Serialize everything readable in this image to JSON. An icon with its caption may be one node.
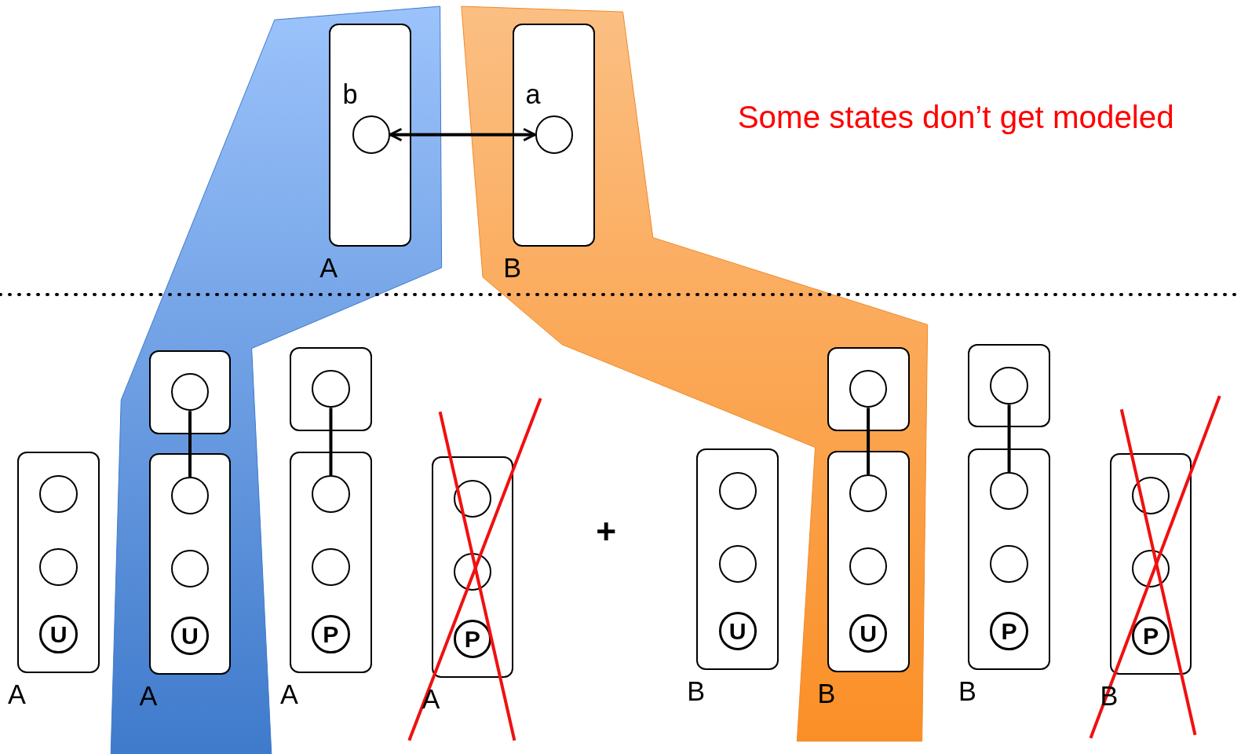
{
  "diagram": {
    "nodes": [
      {
        "text": [],
        "shape": "box",
        "beside": [
          "A"
        ]
      },
      {
        "text": [],
        "shape": "circle",
        "in": 0,
        "beside": [
          "b"
        ]
      },
      {
        "text": [],
        "shape": "box",
        "beside": [
          "B"
        ]
      },
      {
        "text": [],
        "shape": "circle",
        "in": 2,
        "beside": [
          "a"
        ]
      },
      {
        "text": [],
        "shape": "box",
        "beside": [
          "A"
        ]
      },
      {
        "text": [],
        "shape": "circle",
        "in": 4
      },
      {
        "text": [],
        "shape": "circle",
        "in": 4
      },
      {
        "text": [
          "U"
        ],
        "in": 4
      },
      {
        "text": [],
        "shape": "box"
      },
      {
        "text": [],
        "shape": "circle",
        "in": 8
      },
      {
        "text": [],
        "shape": "box",
        "beside": [
          "A"
        ]
      },
      {
        "text": [],
        "shape": "circle",
        "in": 10
      },
      {
        "text": [],
        "shape": "circle",
        "in": 10
      },
      {
        "text": [
          "U"
        ],
        "in": 10
      },
      {
        "text": [],
        "shape": "box"
      },
      {
        "text": [],
        "shape": "circle",
        "in": 14
      },
      {
        "text": [],
        "shape": "box",
        "beside": [
          "A"
        ]
      },
      {
        "text": [],
        "shape": "circle",
        "in": 16
      },
      {
        "text": [],
        "shape": "circle",
        "in": 16
      },
      {
        "text": [
          "P"
        ],
        "in": 16
      },
      {
        "text": [],
        "shape": "box",
        "beside": [
          "A"
        ]
      },
      {
        "text": [],
        "shape": "circle",
        "in": 20
      },
      {
        "text": [],
        "shape": "circle",
        "in": 20
      },
      {
        "text": [
          "P"
        ],
        "in": 20
      },
      {
        "text": [],
        "shape": "box",
        "beside": [
          "B"
        ]
      },
      {
        "text": [],
        "shape": "circle",
        "in": 24
      },
      {
        "text": [],
        "shape": "circle",
        "in": 24
      },
      {
        "text": [
          "U"
        ],
        "in": 24
      },
      {
        "text": [],
        "shape": "box"
      },
      {
        "text": [],
        "shape": "circle",
        "in": 28
      },
      {
        "text": [],
        "shape": "box",
        "beside": [
          "B"
        ]
      },
      {
        "text": [],
        "shape": "circle",
        "in": 30
      },
      {
        "text": [],
        "shape": "circle",
        "in": 30
      },
      {
        "text": [
          "U"
        ],
        "in": 30
      },
      {
        "text": [],
        "shape": "box"
      },
      {
        "text": [],
        "shape": "circle",
        "in": 34
      },
      {
        "text": [],
        "shape": "box",
        "beside": [
          "B"
        ]
      },
      {
        "text": [],
        "shape": "circle",
        "in": 36
      },
      {
        "text": [],
        "shape": "circle",
        "in": 36
      },
      {
        "text": [
          "P"
        ],
        "in": 36
      },
      {
        "text": [],
        "shape": "box",
        "beside": [
          "B"
        ]
      },
      {
        "text": [],
        "shape": "circle",
        "in": 40
      },
      {
        "text": [],
        "shape": "circle",
        "in": 40
      },
      {
        "text": [
          "P"
        ],
        "in": 40
      }
    ],
    "edges": [
      {
        "from": 1,
        "to": 3,
        "arrow": "both"
      },
      {
        "from": 9,
        "to": 11,
        "arrow": "none"
      },
      {
        "from": 15,
        "to": 17,
        "arrow": "none"
      },
      {
        "from": 29,
        "to": 31,
        "arrow": "none"
      },
      {
        "from": 35,
        "to": 37,
        "arrow": "none"
      }
    ],
    "labels": [
      "Some states don’t get modeled",
      "+"
    ]
  }
}
